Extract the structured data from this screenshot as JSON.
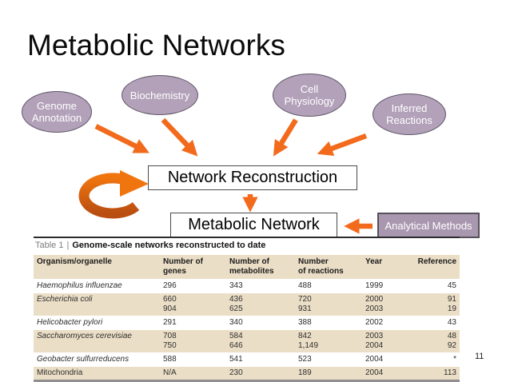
{
  "slide": {
    "title": "Metabolic Networks",
    "page_number": "11"
  },
  "diagram": {
    "ellipses": [
      {
        "id": "genome-annotation",
        "label": "Genome\nAnnotation"
      },
      {
        "id": "biochemistry",
        "label": "Biochemistry"
      },
      {
        "id": "cell-physiology",
        "label": "Cell\nPhysiology"
      },
      {
        "id": "inferred-reactions",
        "label": "Inferred\nReactions"
      }
    ],
    "boxes": {
      "reconstruction": "Network Reconstruction",
      "network": "Metabolic Network",
      "analytical": "Analytical Methods"
    },
    "icons": [
      "cycle-arrow-icon",
      "arrow-genome-to-reconstruction",
      "arrow-biochemistry-to-reconstruction",
      "arrow-cellphysiology-to-reconstruction",
      "arrow-inferredreactions-to-reconstruction",
      "arrow-reconstruction-to-network",
      "arrow-analytical-to-network"
    ]
  },
  "colors": {
    "accent_orange": "#F26B1D",
    "cycle_orange_dark": "#B94E10",
    "node_purple": "#B2A1B9",
    "node_border": "#5F5668",
    "analytical_purple": "#A997AF",
    "table_band_beige": "#EBDEC6",
    "table_bottom_rule": "#8F8F8F"
  },
  "table": {
    "label": "Table 1",
    "separator": "|",
    "heading": "Genome-scale networks reconstructed to date",
    "columns": [
      "Organism/organelle",
      "Number of\ngenes",
      "Number of\nmetabolites",
      "Number\nof reactions",
      "Year",
      "Reference"
    ],
    "rows": [
      {
        "cells": [
          "Haemophilus influenzae",
          "296",
          "343",
          "488",
          "1999",
          "45"
        ]
      },
      {
        "cells": [
          "Escherichia coli",
          "660\n904",
          "436\n625",
          "720\n931",
          "2000\n2003",
          "91\n19"
        ]
      },
      {
        "cells": [
          "Helicobacter pylori",
          "291",
          "340",
          "388",
          "2002",
          "43"
        ]
      },
      {
        "cells": [
          "Saccharomyces cerevisiae",
          "708\n750",
          "584\n646",
          "842\n1,149",
          "2003\n2004",
          "48\n92"
        ]
      },
      {
        "cells": [
          "Geobacter sulfurreducens",
          "588",
          "541",
          "523",
          "2004",
          "*"
        ]
      },
      {
        "cells": [
          "Mitochondria",
          "N/A",
          "230",
          "189",
          "2004",
          "113"
        ]
      }
    ]
  }
}
